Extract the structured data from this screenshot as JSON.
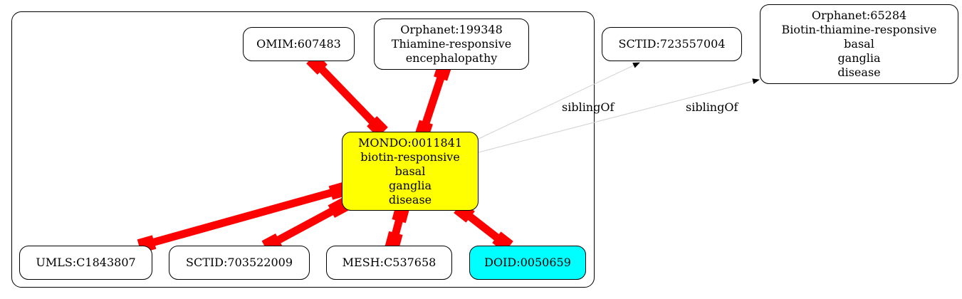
{
  "colors": {
    "center_fill": "#ffff00",
    "doid_fill": "#00ffff",
    "default_fill": "#ffffff",
    "strong_edge": "#ff0000",
    "weak_edge": "#d3d3d3"
  },
  "nodes": {
    "center": "MONDO:0011841\nbiotin-responsive\nbasal\nganglia\ndisease",
    "omim": "OMIM:607483",
    "orphanet_199348": "Orphanet:199348\nThiamine-responsive\nencephalopathy",
    "sctid_723557004": "SCTID:723557004",
    "orphanet_65284": "Orphanet:65284\nBiotin-thiamine-responsive\nbasal\nganglia\ndisease",
    "umls": "UMLS:C1843807",
    "sctid_703522009": "SCTID:703522009",
    "mesh": "MESH:C537658",
    "doid": "DOID:0050659"
  },
  "edges": {
    "sibling_label_1": "siblingOf",
    "sibling_label_2": "siblingOf"
  }
}
